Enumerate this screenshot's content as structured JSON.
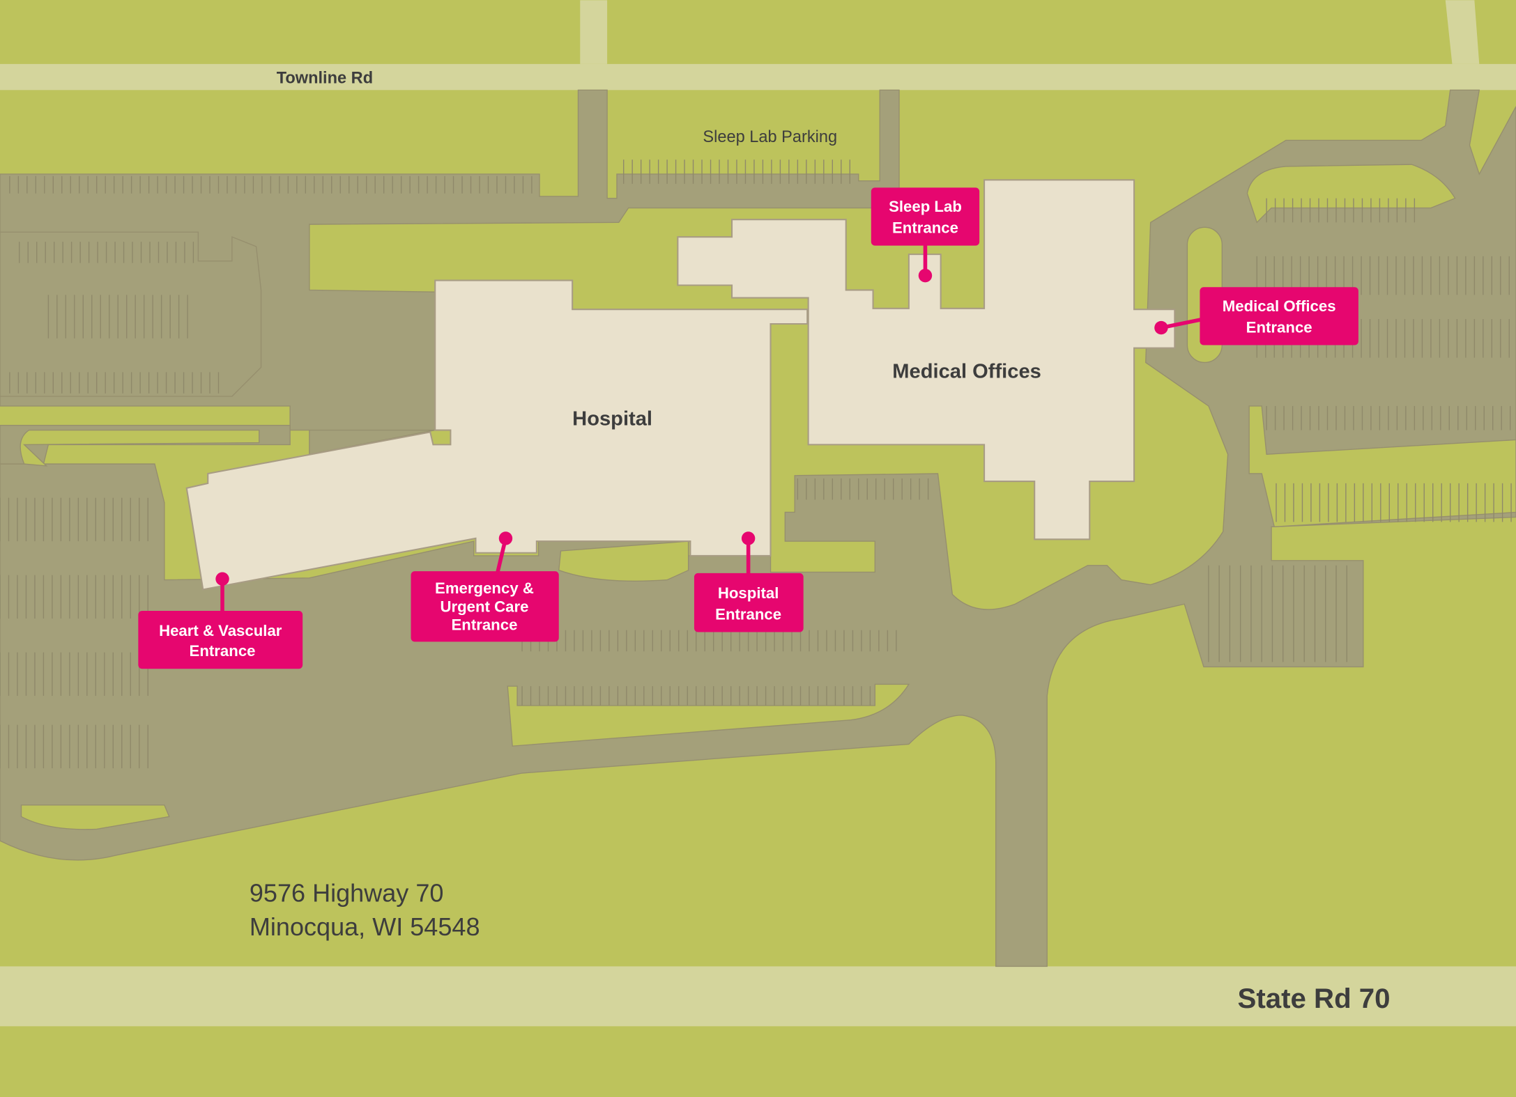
{
  "roads": {
    "north": "Townline Rd",
    "south": "State Rd 70"
  },
  "parking_label": "Sleep Lab Parking",
  "buildings": {
    "hospital": "Hospital",
    "medical_offices": "Medical Offices"
  },
  "entrances": [
    {
      "lines": [
        "Sleep Lab",
        "Entrance"
      ]
    },
    {
      "lines": [
        "Medical Offices",
        "Entrance"
      ]
    },
    {
      "lines": [
        "Hospital",
        "Entrance"
      ]
    },
    {
      "lines": [
        "Emergency &",
        "Urgent Care",
        "Entrance"
      ]
    },
    {
      "lines": [
        "Heart & Vascular",
        "Entrance"
      ]
    }
  ],
  "address": {
    "line1": "9576 Highway 70",
    "line2": "Minocqua, WI 54548"
  },
  "colors": {
    "grass": "#bdc35c",
    "pavement": "#a4a07a",
    "building": "#e9e1cc",
    "road": "#d4d59c",
    "marker": "#e6066f"
  }
}
